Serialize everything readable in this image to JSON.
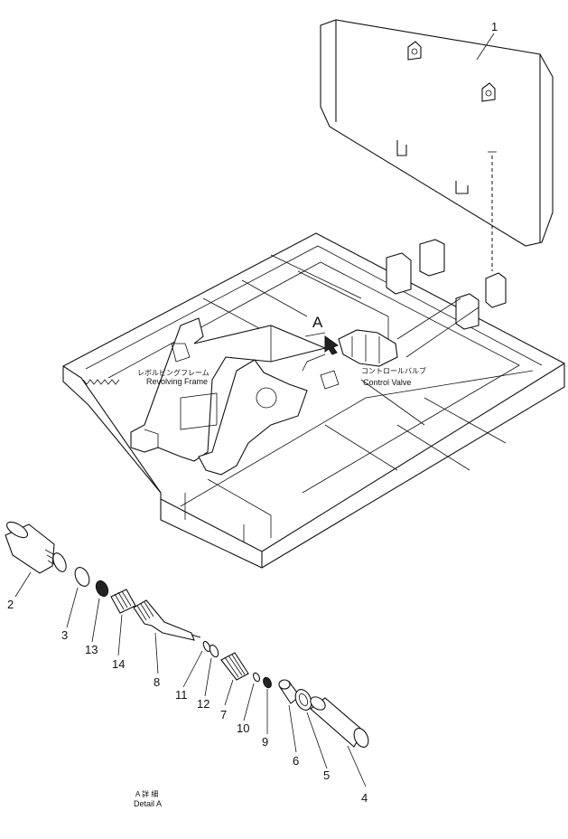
{
  "labels": {
    "revolving_frame_jp": "レボルビングフレーム",
    "revolving_frame_en": "Revolving Frame",
    "control_valve_jp": "コントロールバルブ",
    "control_valve_en": "Control  Valve",
    "detail_marker": "A",
    "detail_jp": "A 詳 細",
    "detail_en": "Detail A"
  },
  "callouts": [
    "1",
    "2",
    "3",
    "4",
    "5",
    "6",
    "7",
    "8",
    "9",
    "10",
    "11",
    "12",
    "13",
    "14"
  ]
}
